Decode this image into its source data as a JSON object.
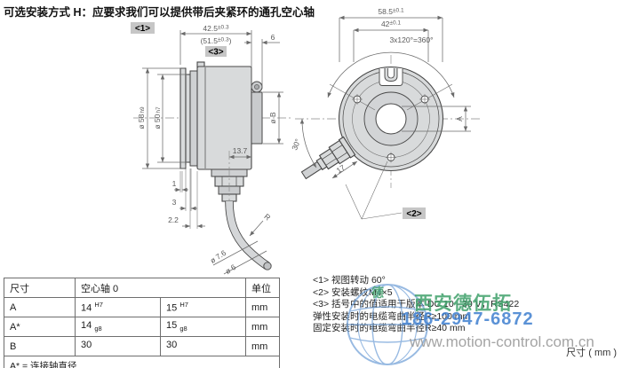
{
  "title": "可选安装方式 H：应要求我们可以提供带后夹紧环的通孔空心轴",
  "side_view": {
    "view_badge": "<1>",
    "note3_badge": "<3>",
    "dim_depth": "42.5",
    "dim_depth_tol": "±0.3",
    "dim_depth_alt_open": "(51.5",
    "dim_depth_alt_tol": "±0.3",
    "dim_depth_alt_close": ")",
    "dim_ring_width": "6",
    "dim_body_dia": "ø 58",
    "dim_body_dia_fit": "h9",
    "dim_spigot_dia": "ø 50",
    "dim_spigot_dia_fit": "h7",
    "dim_gland_offset": "13.7",
    "dim_ring_dia": "ø B",
    "dim_step1": "1",
    "dim_step2": "3",
    "dim_step3": "2.2",
    "dim_cable_dia": "ø 7.6",
    "dim_wire_dia": "ø 6",
    "dim_bend_radius": "R"
  },
  "rear_view": {
    "note2_badge": "<2>",
    "dim_outer_dia": "58.5",
    "dim_outer_dia_tol": "±0.1",
    "dim_bolt_circle": "42",
    "dim_bolt_circle_tol": "±0.1",
    "dim_hole_pattern": "3x120°=360°",
    "dim_bore": "A",
    "dim_cable_angle": "30°",
    "dim_gland_length": "17"
  },
  "table": {
    "col_dim": "尺寸",
    "col_shaft": "空心轴 0",
    "col_unit": "单位",
    "rows": [
      {
        "label": "A",
        "v1": "14",
        "t1": "H7",
        "v2": "15",
        "t2": "H7",
        "unit": "mm"
      },
      {
        "label": "A*",
        "v1": "14",
        "t1": "g8",
        "v2": "15",
        "t2": "g8",
        "unit": "mm"
      },
      {
        "label": "B",
        "v1": "30",
        "t1": "",
        "v2": "30",
        "t2": "",
        "unit": "mm"
      }
    ],
    "footnote": "A* = 连接轴直径"
  },
  "notes": {
    "n1": "<1> 视图转动 60°",
    "n2": "<2> 安装螺纹M4×5",
    "n3": "<3> 括号中的值适用于版本 DC 10 - 30 V，RS422",
    "n4": "弹性安装时的电缆弯曲半径R≥100 mm",
    "n5": "固定安装时的电缆弯曲半径R≥40 mm"
  },
  "footer_unit": "尺寸 ( mm )",
  "watermark": {
    "seal_char": "德",
    "company": "西安德伍拓",
    "phone": "186-2947-6872",
    "website": "www.motion-control.com.cn"
  },
  "colors": {
    "badge_bg": "#c6c6c6",
    "outline": "#474747",
    "dim_text": "#5a5a5a",
    "fill_light": "#d8dadb",
    "stamp_blue": "#6d9ed6",
    "brand_green": "#3fa06a",
    "phone_blue": "#3f7fd0",
    "url_gray": "#9b9b9b"
  }
}
